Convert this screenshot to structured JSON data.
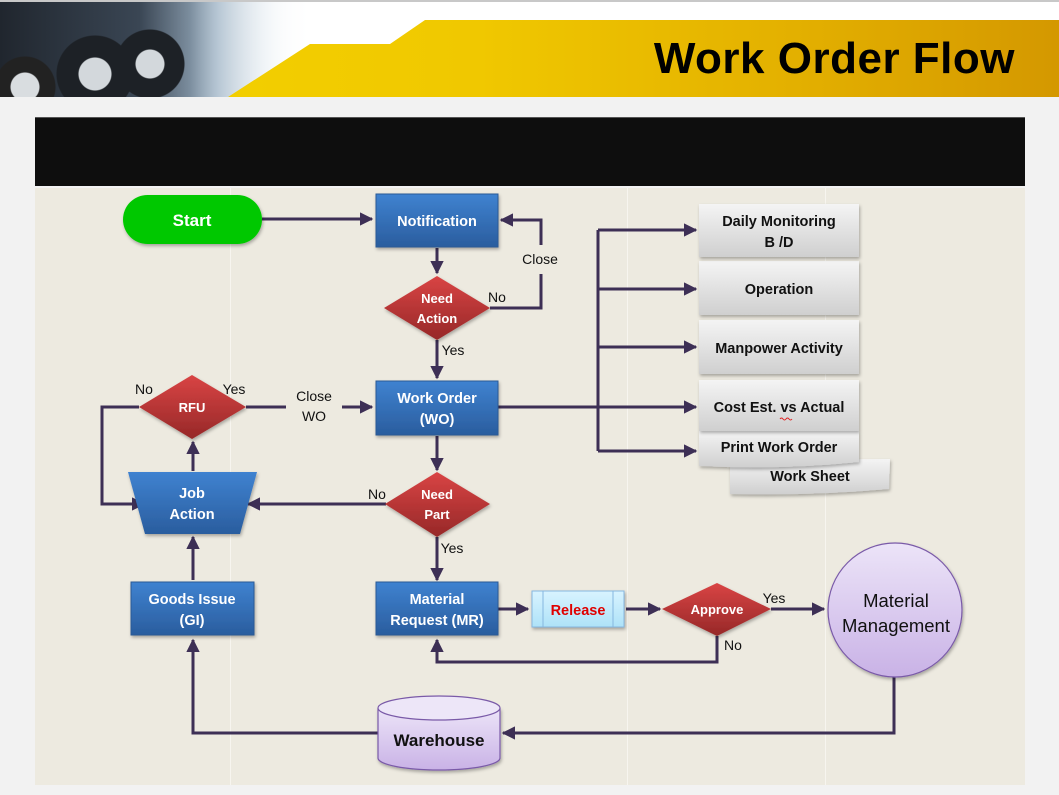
{
  "header": {
    "title": "Work Order Flow",
    "banner_image": "truck-wheels-photo"
  },
  "colors": {
    "banner_yellow": "#f0c800",
    "process_blue": "#2f6db5",
    "decision_red": "#b83232",
    "start_green": "#00c800",
    "report_gray": "#d9d9d9",
    "release_cyan": "#bfe9fb",
    "release_text": "#e00000",
    "store_lavender": "#d8c8ee",
    "connector": "#3d2f55"
  },
  "flow": {
    "start": "Start",
    "notification": "Notification",
    "need_action": [
      "Need",
      "Action"
    ],
    "work_order": [
      "Work Order",
      "(WO)"
    ],
    "need_part": [
      "Need",
      "Part"
    ],
    "material_request": [
      "Material",
      "Request (MR)"
    ],
    "release": "Release",
    "approve": "Approve",
    "material_management": [
      "Material",
      "Management"
    ],
    "warehouse": "Warehouse",
    "goods_issue": [
      "Goods Issue",
      "(GI)"
    ],
    "job_action": [
      "Job",
      "Action"
    ],
    "rfu": "RFU",
    "reports": [
      [
        "Daily Monitoring",
        "B /D"
      ],
      [
        "Operation"
      ],
      [
        "Manpower Activity"
      ],
      [
        "Cost Est. vs Actual"
      ],
      [
        "Print Work Order"
      ],
      [
        "Work Sheet"
      ]
    ],
    "edge_labels": {
      "close": "Close",
      "need_action_no": "No",
      "need_action_yes": "Yes",
      "close_wo": [
        "Close",
        "WO"
      ],
      "rfu_no": "No",
      "rfu_yes": "Yes",
      "need_part_no": "No",
      "need_part_yes": "Yes",
      "approve_yes": "Yes",
      "approve_no": "No"
    }
  }
}
